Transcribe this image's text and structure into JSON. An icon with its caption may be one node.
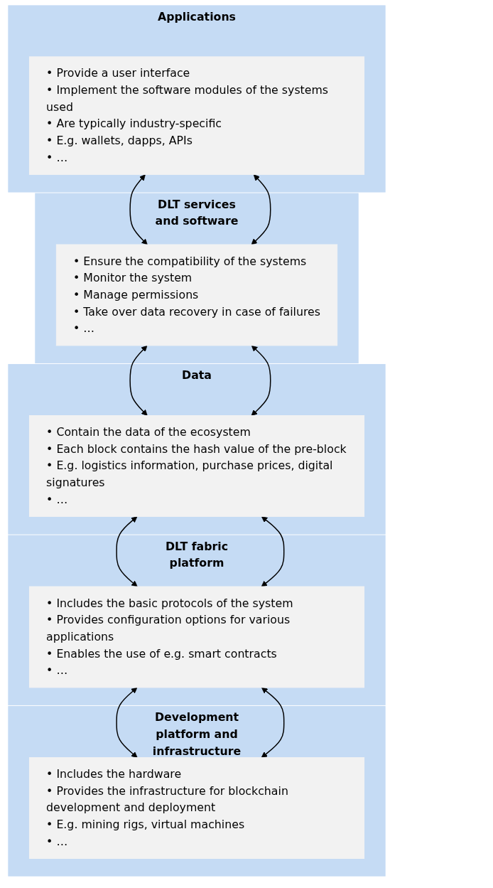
{
  "diagram": {
    "nodes": [
      {
        "text": [
          "Applications"
        ]
      },
      {
        "text": [
          "• Provide a user interface",
          "• Implement the software modules of the systems used",
          "• Are typically industry-specific",
          "• E.g. wallets, dapps, APIs",
          "• …"
        ],
        "in": 0
      },
      {
        "text": [
          "DLT services and software"
        ]
      },
      {
        "text": [
          "• Ensure the compatibility of the systems",
          "• Monitor the system",
          "• Manage permissions",
          "• Take over data recovery in case of failures",
          "• …"
        ],
        "in": 2
      },
      {
        "text": [
          "Data"
        ]
      },
      {
        "text": [
          "• Contain the data of the ecosystem",
          "• Each block contains the hash value of the pre-block",
          "• E.g. logistics information, purchase prices, digital signatures",
          "• …"
        ],
        "in": 4
      },
      {
        "text": [
          "DLT fabric platform"
        ]
      },
      {
        "text": [
          "• Includes the basic protocols of the system",
          "• Provides configuration options for various applications",
          "• Enables the use of e.g. smart contracts",
          "• …"
        ],
        "in": 6
      },
      {
        "text": [
          "Development platform and infrastructure"
        ]
      },
      {
        "text": [
          "• Includes the hardware",
          "• Provides the infrastructure for blockchain development and deployment",
          "• E.g. mining rigs, virtual machines",
          "• …"
        ],
        "in": 8
      }
    ],
    "edges": [
      {
        "from": 1,
        "to": 3,
        "arrow": "both"
      },
      {
        "from": 1,
        "to": 3,
        "arrow": "both"
      },
      {
        "from": 3,
        "to": 5,
        "arrow": "both"
      },
      {
        "from": 3,
        "to": 5,
        "arrow": "both"
      },
      {
        "from": 5,
        "to": 7,
        "arrow": "both"
      },
      {
        "from": 5,
        "to": 7,
        "arrow": "both"
      },
      {
        "from": 7,
        "to": 9,
        "arrow": "both"
      },
      {
        "from": 7,
        "to": 9,
        "arrow": "both"
      }
    ]
  }
}
